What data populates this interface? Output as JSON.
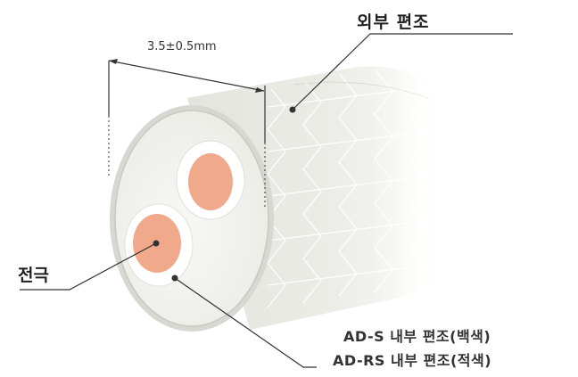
{
  "labels": {
    "outer_braid": "외부 편조",
    "dimension": "3.5±0.5mm",
    "electrode": "전극",
    "inner_braid_s": "AD-S 내부 편조(백색)",
    "inner_braid_rs": "AD-RS 내부 편조(적색)"
  },
  "colors": {
    "electrode_fill": "#f0a98a",
    "insulation": "#ffffff",
    "jacket": "#e9e9e4",
    "rim": "#cfcfc9",
    "braid_line": "#ffffff",
    "leader_line": "#333333"
  }
}
